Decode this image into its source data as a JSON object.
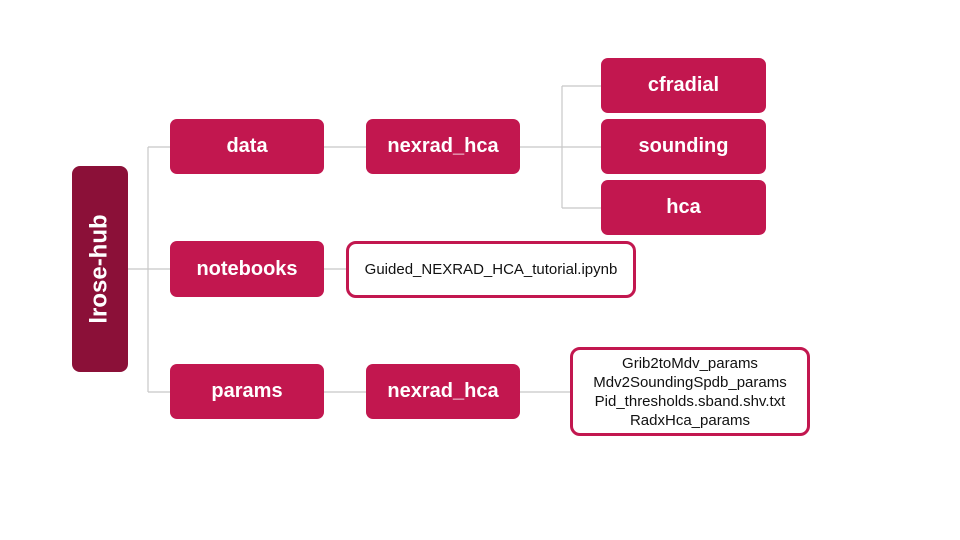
{
  "root": {
    "label": "lrose-hub"
  },
  "level1": {
    "data": "data",
    "notebooks": "notebooks",
    "params": "params"
  },
  "level2": {
    "data_nexrad_hca": "nexrad_hca",
    "params_nexrad_hca": "nexrad_hca"
  },
  "level3": {
    "cfradial": "cfradial",
    "sounding": "sounding",
    "hca": "hca"
  },
  "files": {
    "notebook": "Guided_NEXRAD_HCA_tutorial.ipynb",
    "params_files": [
      "Grib2toMdv_params",
      "Mdv2SoundingSpdb_params",
      "Pid_thresholds.sband.shv.txt",
      "RadxHca_params"
    ]
  },
  "colors": {
    "folder": "#c2174f",
    "root": "#8b1038",
    "connector": "#c8c8c8"
  }
}
